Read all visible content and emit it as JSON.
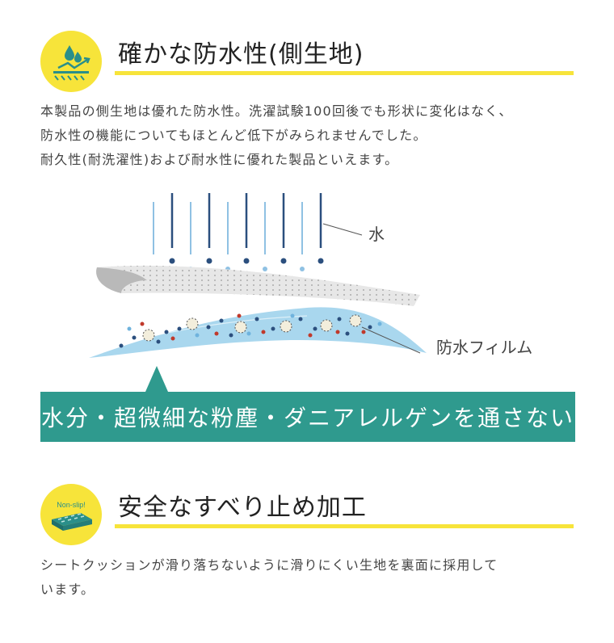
{
  "section1": {
    "title": "確かな防水性(側生地)",
    "icon": "water-repellent-icon",
    "paragraphs": [
      "本製品の側生地は優れた防水性。洗濯試験100回後でも形状に変化はなく、",
      "防水性の機能についてもほとんど低下がみられませんでした。",
      "耐久性(耐洗濯性)および耐水性に優れた製品といえます。"
    ]
  },
  "diagram": {
    "water_label": "水",
    "film_label": "防水フィルム"
  },
  "banner": {
    "text": "水分・超微細な粉塵・ダニアレルゲンを通さない"
  },
  "section2": {
    "title": "安全なすべり止め加工",
    "icon": "non-slip-icon",
    "icon_text": "Non-slip!",
    "paragraphs": [
      "シートクッションが滑り落ちないように滑りにくい生地を裏面に採用して",
      "います。"
    ]
  },
  "colors": {
    "accent_yellow": "#f7e43a",
    "banner_teal": "#2f9a8e",
    "water_blue": "#2b4f7e",
    "film_blue": "#a9d7ee"
  }
}
